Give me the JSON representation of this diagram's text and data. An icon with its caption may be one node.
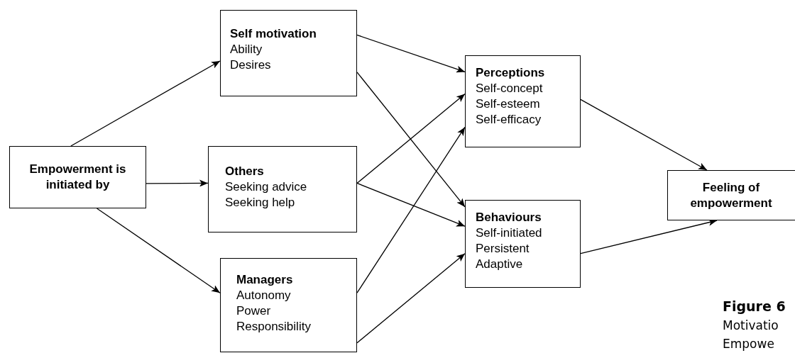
{
  "diagram": {
    "nodes": [
      {
        "text": [
          "Empowerment is initiated by"
        ]
      },
      {
        "text": [
          "Self motivation",
          "Ability",
          "Desires"
        ]
      },
      {
        "text": [
          "Others",
          "Seeking advice",
          "Seeking help"
        ]
      },
      {
        "text": [
          "Managers",
          "Autonomy",
          "Power",
          "Responsibility"
        ]
      },
      {
        "text": [
          "Perceptions",
          "Self-concept",
          "Self-esteem",
          "Self-efficacy"
        ]
      },
      {
        "text": [
          "Behaviours",
          "Self-initiated",
          "Persistent",
          "Adaptive"
        ]
      },
      {
        "text": [
          "Feeling of empowerment"
        ]
      }
    ],
    "edges": [
      {
        "from": 0,
        "to": 1,
        "arrow": "to"
      },
      {
        "from": 0,
        "to": 2,
        "arrow": "to"
      },
      {
        "from": 0,
        "to": 3,
        "arrow": "to"
      },
      {
        "from": 1,
        "to": 4,
        "arrow": "to"
      },
      {
        "from": 1,
        "to": 5,
        "arrow": "to"
      },
      {
        "from": 2,
        "to": 4,
        "arrow": "to"
      },
      {
        "from": 2,
        "to": 5,
        "arrow": "to"
      },
      {
        "from": 3,
        "to": 4,
        "arrow": "to"
      },
      {
        "from": 3,
        "to": 5,
        "arrow": "to"
      },
      {
        "from": 4,
        "to": 6,
        "arrow": "to"
      },
      {
        "from": 5,
        "to": 6,
        "arrow": "to"
      }
    ],
    "labels": [
      "Figure 6",
      "Motivatio",
      "Empowe"
    ]
  }
}
